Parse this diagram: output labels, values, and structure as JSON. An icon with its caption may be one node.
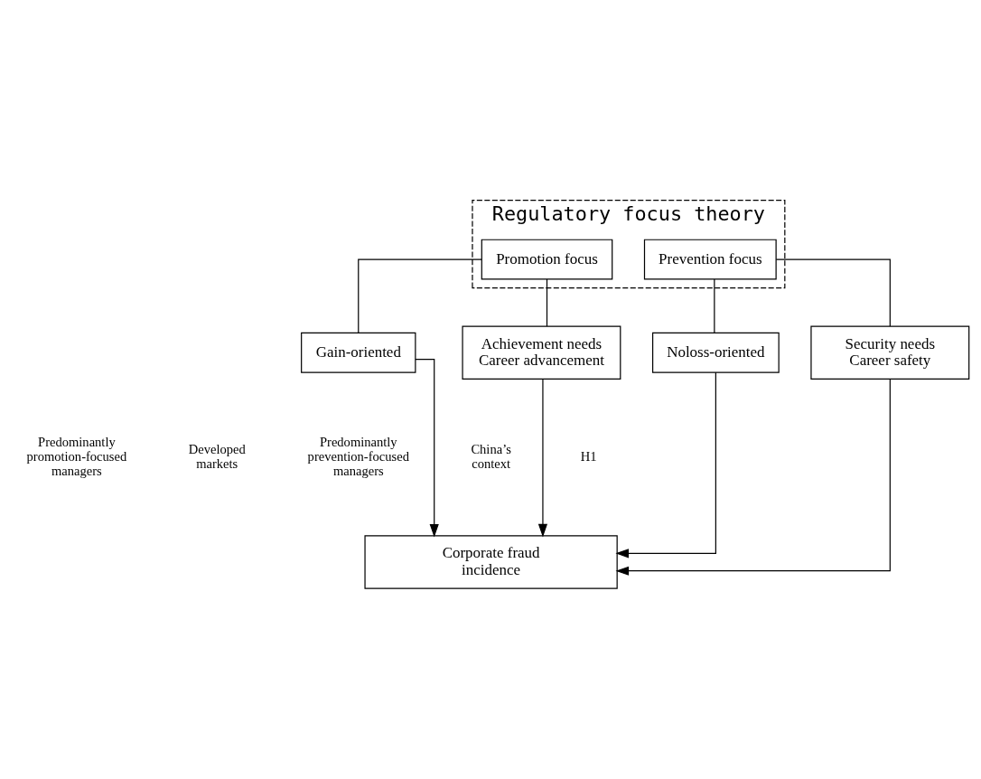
{
  "diagram": {
    "nodes": [
      {
        "text": [
          "Regulatory focus theory"
        ]
      },
      {
        "text": [
          "Promotion focus"
        ],
        "in": 0
      },
      {
        "text": [
          "Prevention focus"
        ],
        "in": 0
      },
      {
        "text": [
          "Gain-oriented"
        ]
      },
      {
        "text": [
          "Achievement needs Career advancement"
        ]
      },
      {
        "text": [
          "Noloss-oriented"
        ]
      },
      {
        "text": [
          "Security needs Career safety"
        ]
      },
      {
        "text": [
          "Corporate fraud incidence"
        ]
      }
    ],
    "edges": [
      {
        "from": 1,
        "to": 3,
        "arrow": "none"
      },
      {
        "from": 1,
        "to": 4,
        "arrow": "none"
      },
      {
        "from": 2,
        "to": 5,
        "arrow": "none"
      },
      {
        "from": 2,
        "to": 6,
        "arrow": "none"
      },
      {
        "from": 3,
        "to": 7,
        "arrow": "to"
      },
      {
        "from": 5,
        "to": 7,
        "arrow": "to"
      },
      {
        "from": 4,
        "to": 7,
        "arrow": "to"
      },
      {
        "from": 6,
        "to": 7,
        "arrow": "to"
      }
    ],
    "labels": [
      "Predominantly promotion-focused managers",
      "Developed markets",
      "Predominantly prevention-focused managers",
      "China’s context",
      "H1"
    ]
  }
}
